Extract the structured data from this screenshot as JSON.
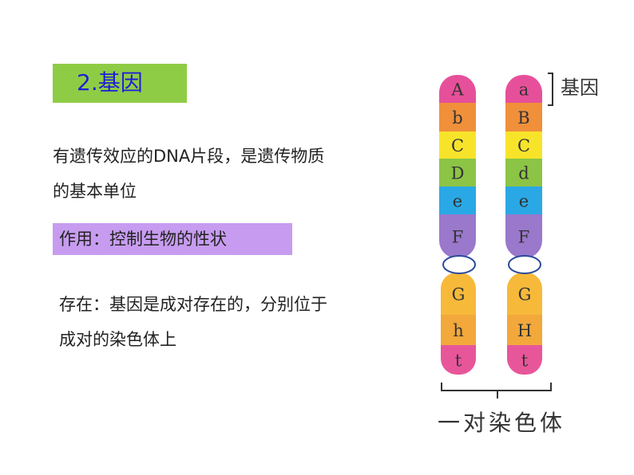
{
  "title": "2.基因",
  "definition": {
    "line1": "有遗传效应的DNA片段，是遗传物质",
    "line2": "的基本单位"
  },
  "function": "作用：控制生物的性状",
  "existence": {
    "line1": "存在：基因是成对存在的，分别位于",
    "line2": "成对的染色体上"
  },
  "diagram": {
    "gene_label": "基因",
    "pair_label": "一对染色体",
    "segment_colors": [
      "#e6509a",
      "#f0903a",
      "#f7e42a",
      "#8cc445",
      "#2aa8e6",
      "#9a78cc",
      "#f7b93a",
      "#f2a83a",
      "#e8569a"
    ],
    "left_chromosome": [
      "A",
      "b",
      "C",
      "D",
      "e",
      "F",
      "G",
      "h",
      "t"
    ],
    "right_chromosome": [
      "a",
      "B",
      "C",
      "d",
      "e",
      "F",
      "G",
      "H",
      "t"
    ]
  }
}
